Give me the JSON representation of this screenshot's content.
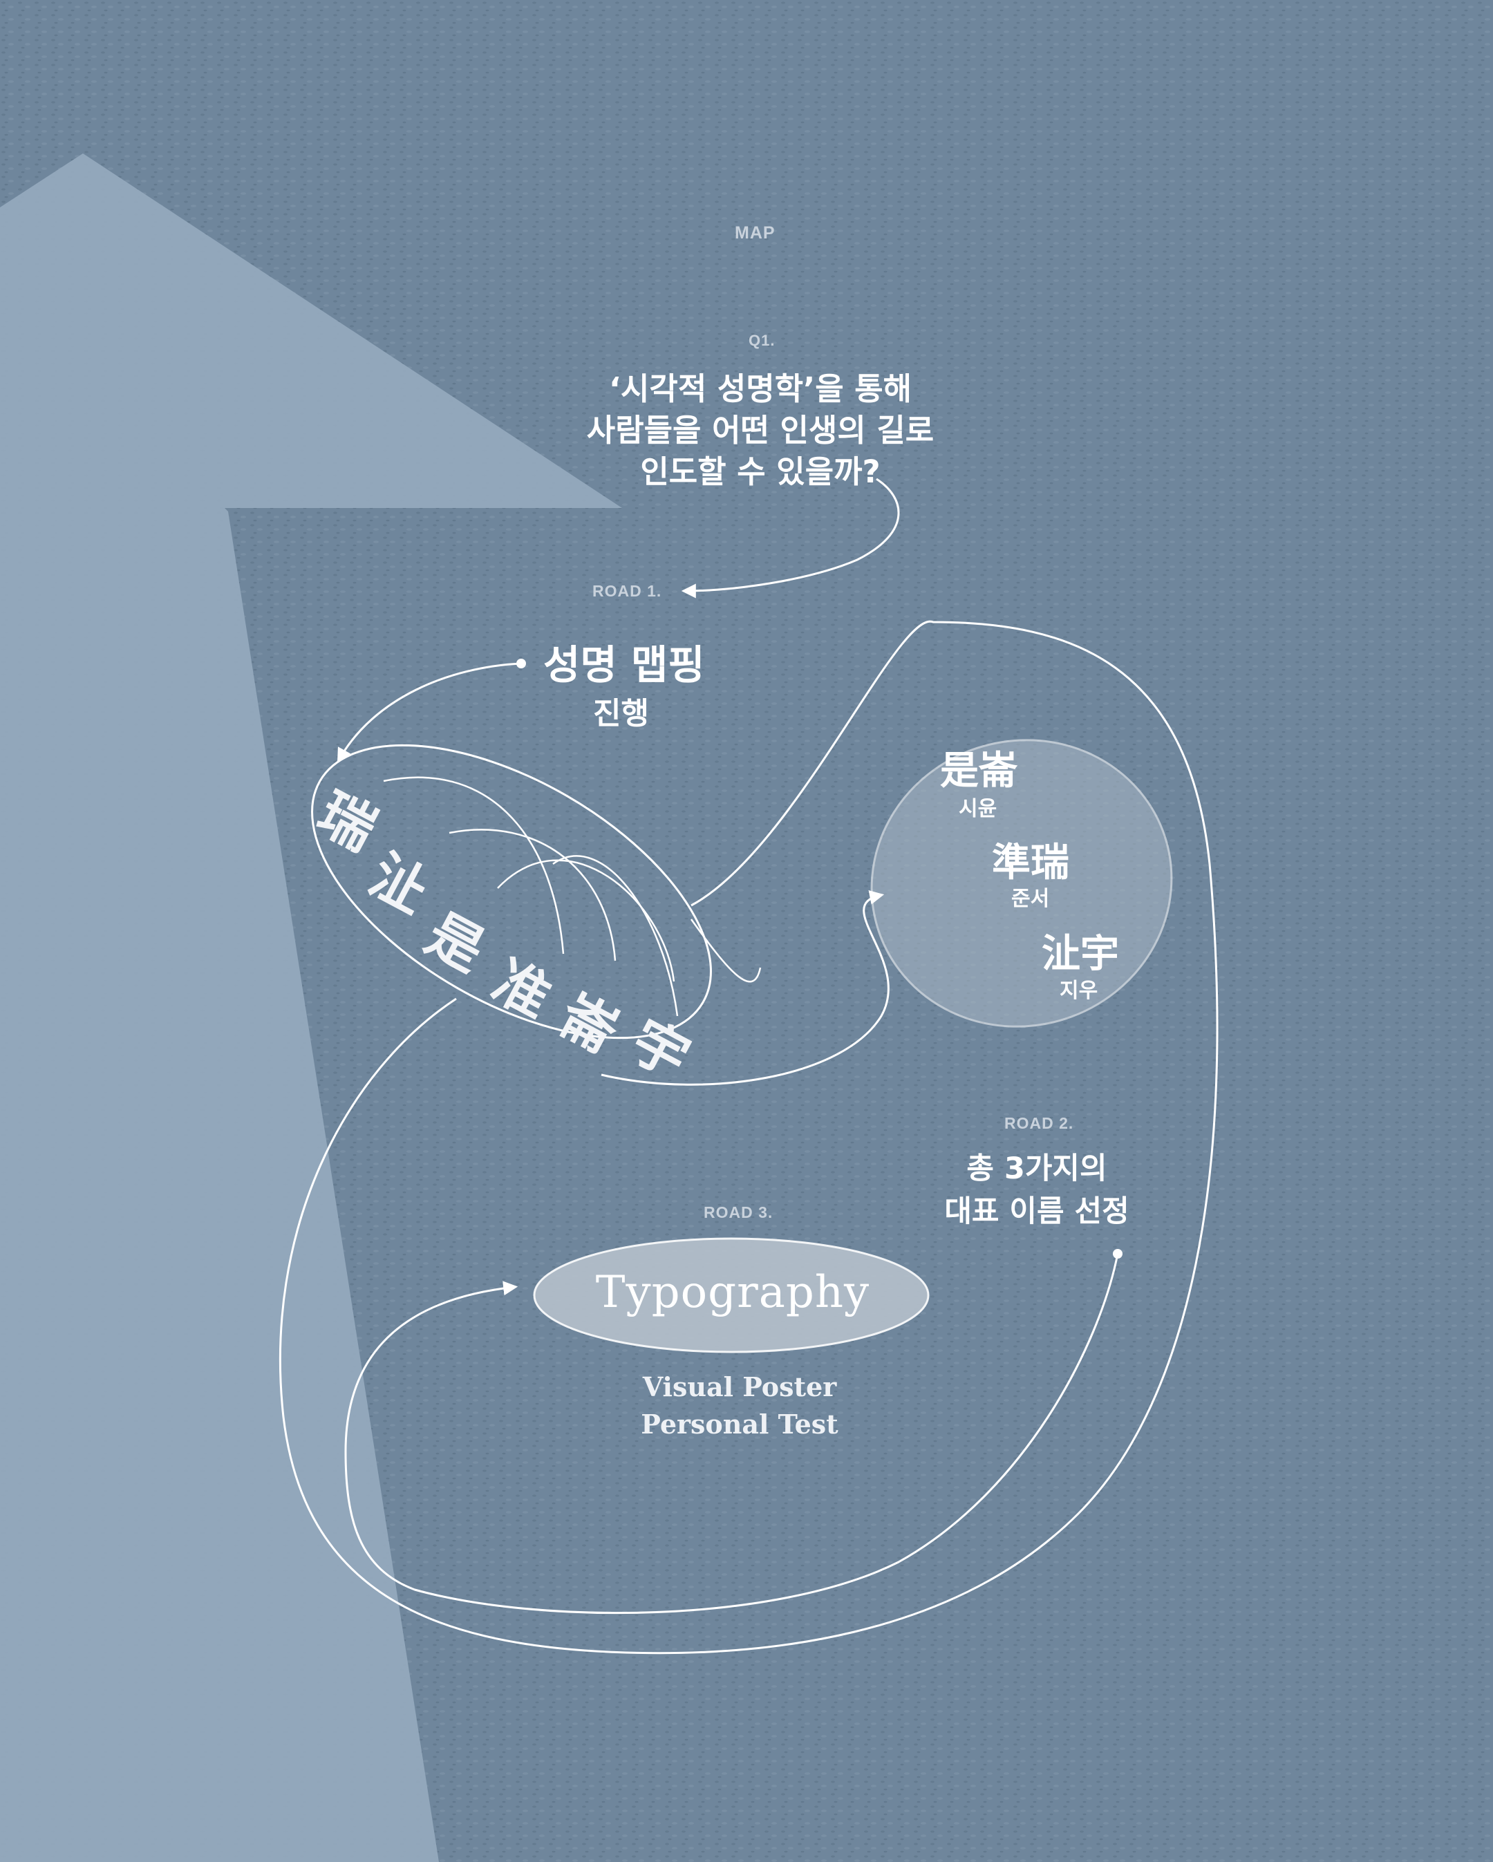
{
  "header": {
    "label": "MAP"
  },
  "question": {
    "label": "Q1.",
    "text": "‘시각적 성명학’을 통해\n사람들을 어떤 인생의 길로\n인도할 수 있을까?"
  },
  "road1": {
    "label": "ROAD 1.",
    "title": "성명 맵핑",
    "subtitle": "진행",
    "characters": [
      "瑞",
      "沚",
      "是",
      "准",
      "崙",
      "宇"
    ]
  },
  "names": [
    {
      "hanja": "是崙",
      "hangul": "시윤"
    },
    {
      "hanja": "準瑞",
      "hangul": "준서"
    },
    {
      "hanja": "沚宇",
      "hangul": "지우"
    }
  ],
  "road2": {
    "label": "ROAD 2.",
    "text": "총 3가지의\n대표 이름 선정"
  },
  "road3": {
    "label": "ROAD 3.",
    "title": "Typography",
    "subtitle": "Visual Poster\nPersonal Test"
  },
  "colors": {
    "background": "#6f869c",
    "pale_region": "#93a9bd",
    "line": "#ffffff"
  }
}
